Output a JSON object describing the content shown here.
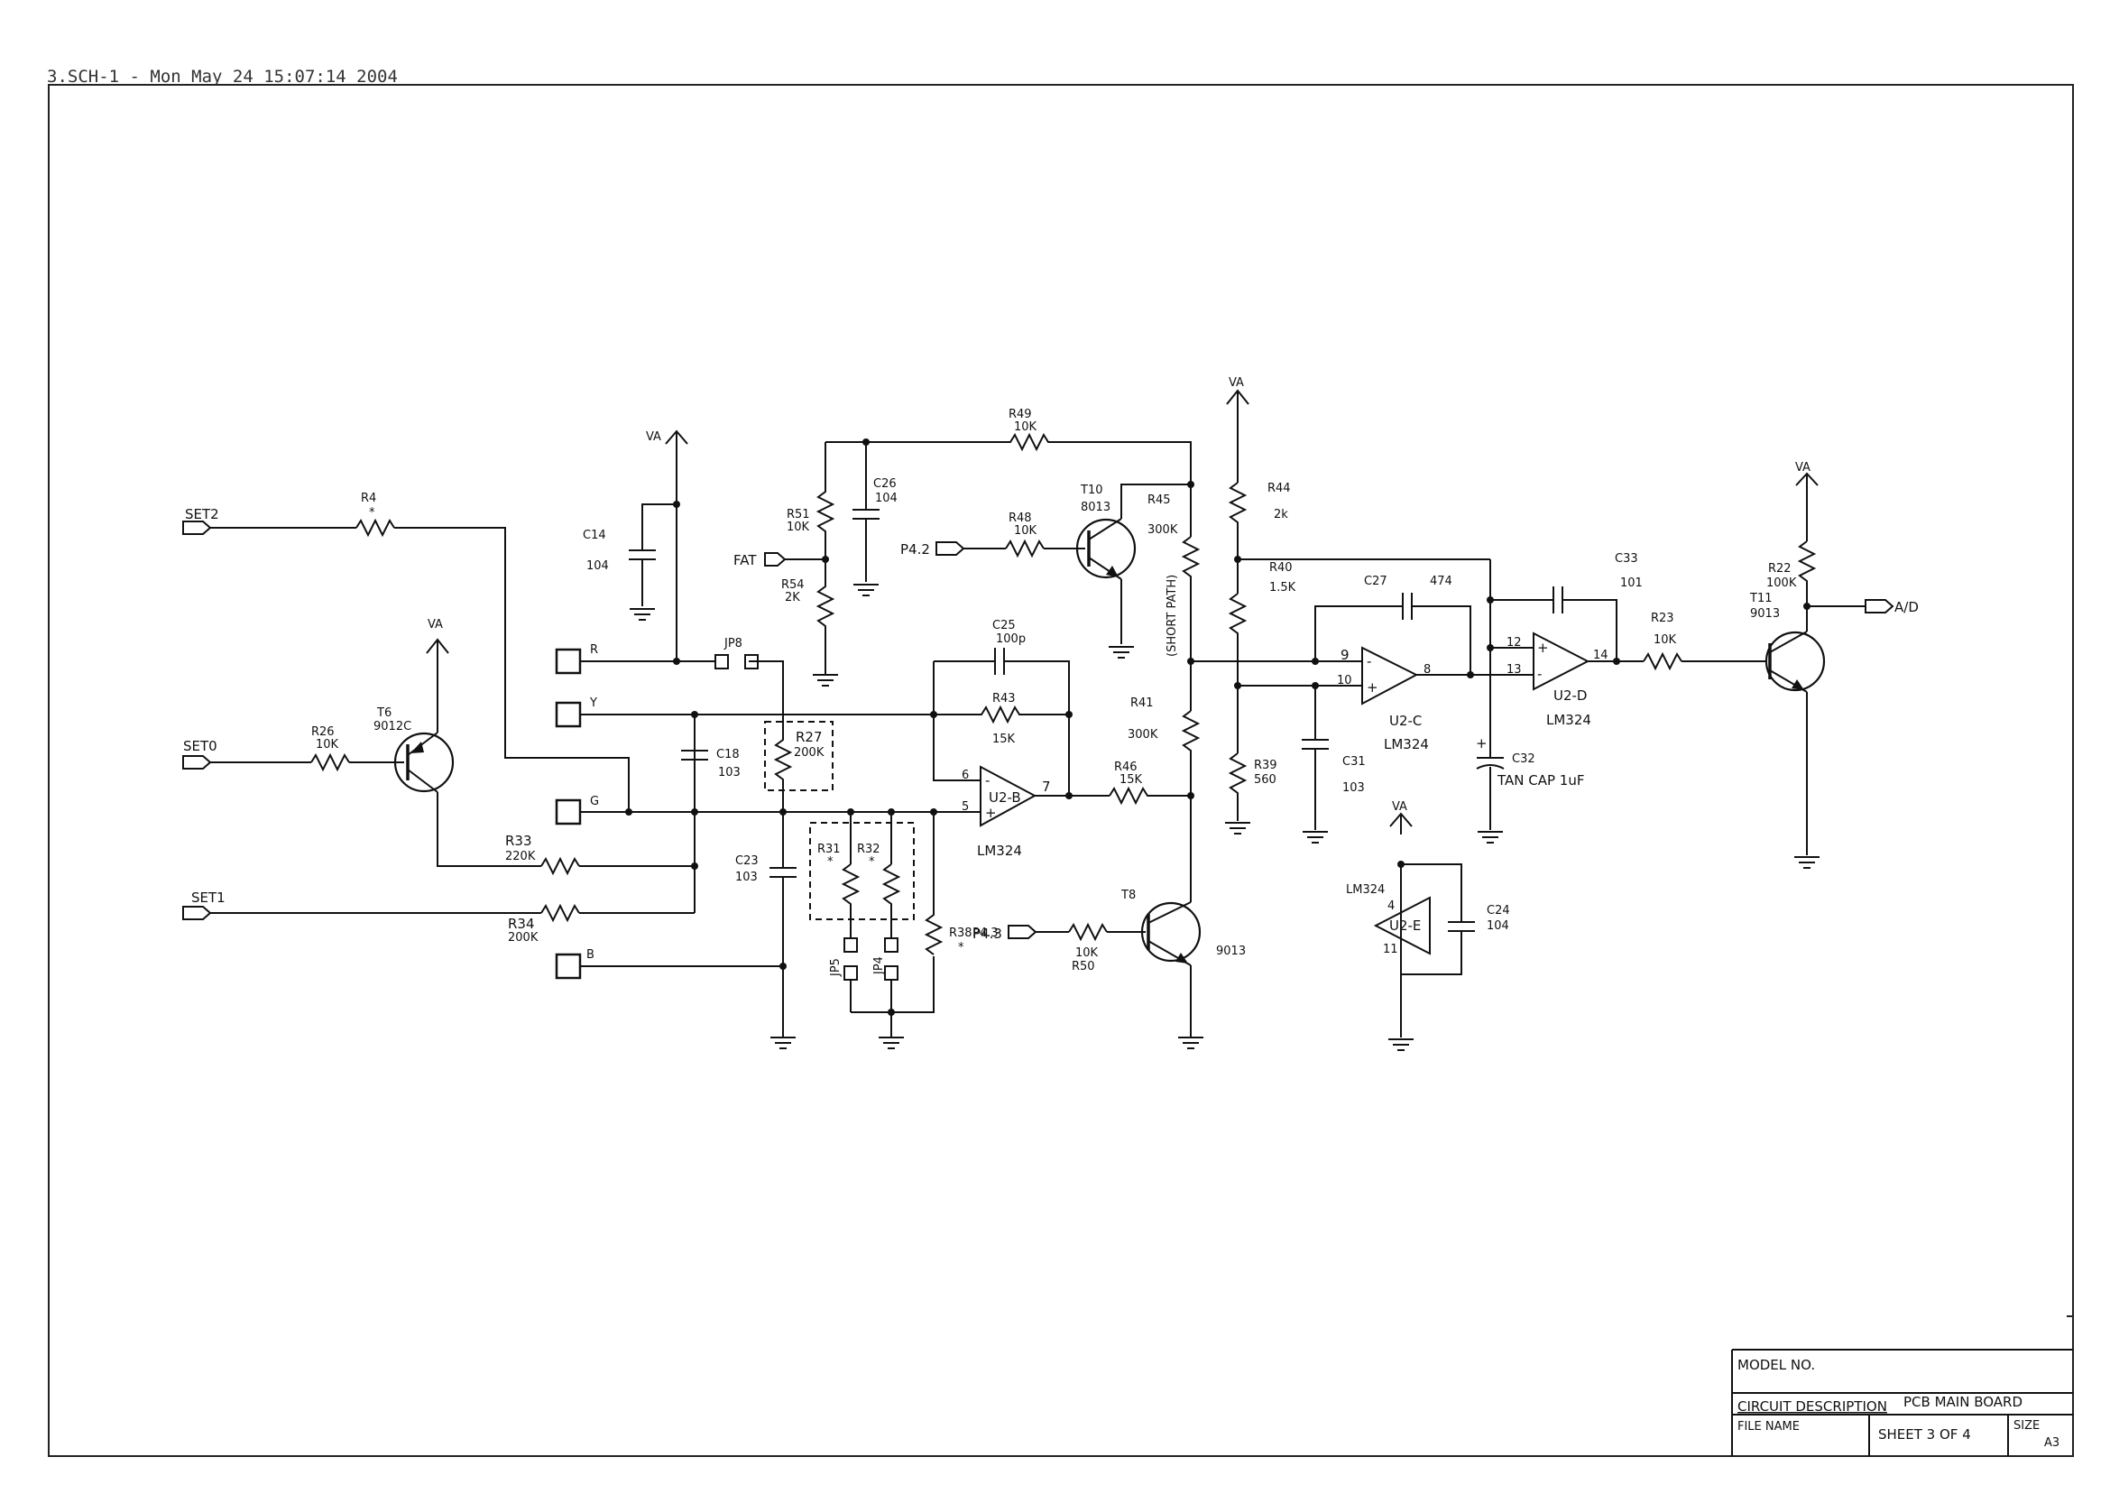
{
  "header": {
    "title": "3.SCH-1 - Mon May 24 15:07:14 2004"
  },
  "ports": {
    "set2": "SET2",
    "set0": "SET0",
    "set1": "SET1",
    "fat": "FAT",
    "p42": "P4.2",
    "p43": "P4.3",
    "ad": "A/D"
  },
  "connectors": {
    "r": "R",
    "y": "Y",
    "g": "G",
    "b": "B"
  },
  "power": {
    "va": "VA"
  },
  "components": {
    "r4": "R4",
    "r4_val": "*",
    "t6": "T6",
    "t6_val": "9012C",
    "r26": "R26",
    "r26_val": "10K",
    "r33": "R33",
    "r33_val": "220K",
    "r34": "R34",
    "r34_val": "200K",
    "c14": "C14",
    "c14_val": "104",
    "jp8": "JP8",
    "c18": "C18",
    "c18_val": "103",
    "c23": "C23",
    "c23_val": "103",
    "r27": "R27",
    "r27_val": "200K",
    "r31": "R31",
    "r31_val": "*",
    "r32": "R32",
    "r32_val": "*",
    "jp5": "JP5",
    "jp4": "JP4",
    "r51": "R51",
    "r51_val": "10K",
    "r54": "R54",
    "r54_val": "2K",
    "c26": "C26",
    "c26_val": "104",
    "r49": "R49",
    "r49_val": "10K",
    "r48": "R48",
    "r48_val": "10K",
    "t10": "T10",
    "t10_val": "8013",
    "r45": "R45",
    "r45_val": "300K",
    "short_path": "(SHORT PATH)",
    "c25": "C25",
    "c25_val": "100p",
    "r43": "R43",
    "r43_val": "15K",
    "u2b": "U2-B",
    "u2b_part": "LM324",
    "r46": "R46",
    "r46_val": "15K",
    "r41": "R41",
    "r41_val": "300K",
    "r38": "R38",
    "r38_p": "P4.3",
    "r38_star": "*",
    "r50": "R50",
    "r50_val": "10K",
    "t8": "T8",
    "t8_val": "9013",
    "r44": "R44",
    "r44_val": "2k",
    "r40": "R40",
    "r40_val": "1.5K",
    "r39": "R39",
    "r39_val": "560",
    "c27": "C27",
    "c27_val": "474",
    "c31": "C31",
    "c31_val": "103",
    "u2c": "U2-C",
    "u2c_part": "LM324",
    "c33": "C33",
    "c33_val": "101",
    "u2d": "U2-D",
    "u2d_part": "LM324",
    "c32": "C32",
    "c32_val": "TAN CAP 1uF",
    "r23": "R23",
    "r23_val": "10K",
    "r22": "R22",
    "r22_val": "100K",
    "t11": "T11",
    "t11_val": "9013",
    "u2e": "U2-E",
    "u2e_part": "LM324",
    "c24": "C24",
    "c24_val": "104"
  },
  "pins": {
    "u2b_in_a": "6",
    "u2b_in_b": "5",
    "u2b_out": "7",
    "u2c_in_a": "9",
    "u2c_in_b": "10",
    "u2c_out": "8",
    "u2d_in_a": "12",
    "u2d_in_b": "13",
    "u2d_out": "14",
    "u2e_a": "4",
    "u2e_b": "11",
    "minus": "-",
    "plus": "+"
  },
  "title_block": {
    "model_no": "MODEL NO.",
    "circuit_description": "CIRCUIT DESCRIPTION",
    "circuit_value": "PCB MAIN BOARD",
    "file_name": "FILE NAME",
    "sheet": "SHEET  3  OF  4",
    "size_label": "SIZE",
    "size_value": "A3"
  }
}
